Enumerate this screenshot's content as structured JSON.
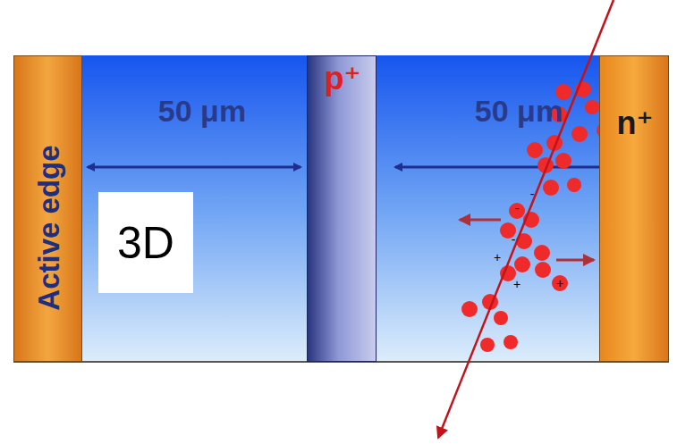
{
  "diagram": {
    "nodes": [
      {
        "text": [
          "Active edge"
        ]
      },
      {
        "text": [
          "3D"
        ]
      },
      {
        "text": [
          "p⁺"
        ]
      },
      {
        "text": [
          "n⁺"
        ]
      }
    ],
    "labels": [
      "50 μm",
      "50 μm",
      "-",
      "-",
      "-",
      "+",
      "+",
      "+"
    ]
  }
}
